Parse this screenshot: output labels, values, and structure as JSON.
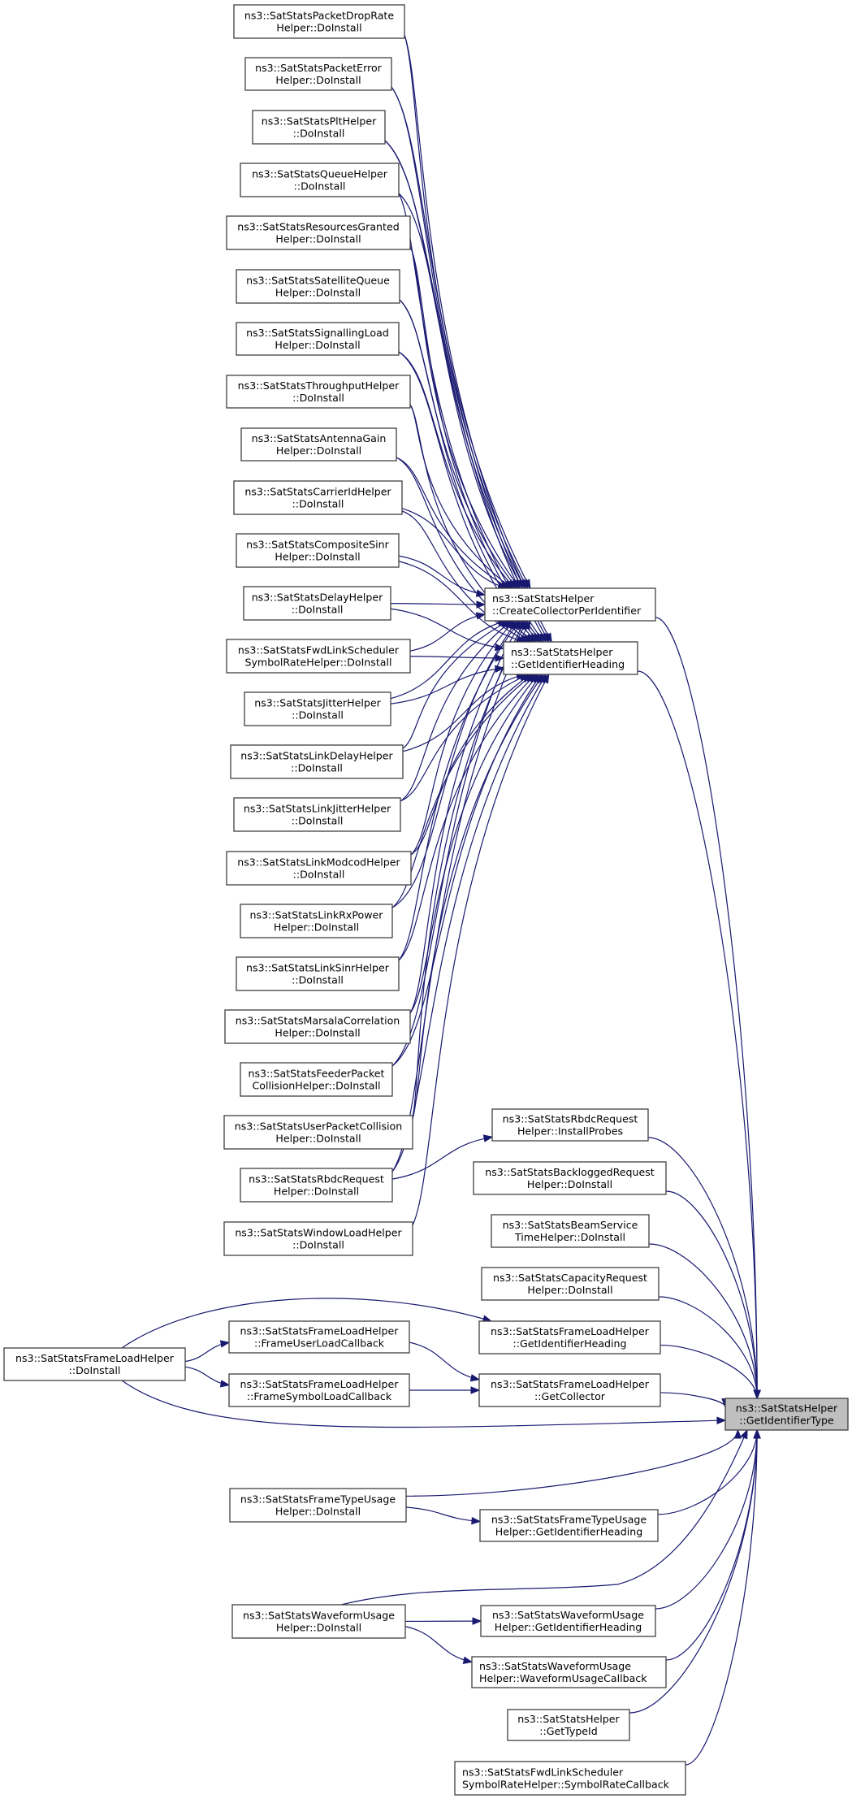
{
  "diagram": {
    "type": "call-graph",
    "target": {
      "id": "target",
      "label": [
        "ns3::SatStatsHelper",
        "::GetIdentifierType"
      ]
    },
    "nodes": [
      {
        "id": "n1",
        "label": [
          "ns3::SatStatsPacketDropRate",
          "Helper::DoInstall"
        ]
      },
      {
        "id": "n2",
        "label": [
          "ns3::SatStatsPacketError",
          "Helper::DoInstall"
        ]
      },
      {
        "id": "n3",
        "label": [
          "ns3::SatStatsPltHelper",
          "::DoInstall"
        ]
      },
      {
        "id": "n4",
        "label": [
          "ns3::SatStatsQueueHelper",
          "::DoInstall"
        ]
      },
      {
        "id": "n5",
        "label": [
          "ns3::SatStatsResourcesGranted",
          "Helper::DoInstall"
        ]
      },
      {
        "id": "n6",
        "label": [
          "ns3::SatStatsSatelliteQueue",
          "Helper::DoInstall"
        ]
      },
      {
        "id": "n7",
        "label": [
          "ns3::SatStatsSignallingLoad",
          "Helper::DoInstall"
        ]
      },
      {
        "id": "n8",
        "label": [
          "ns3::SatStatsThroughputHelper",
          "::DoInstall"
        ]
      },
      {
        "id": "n9",
        "label": [
          "ns3::SatStatsAntennaGain",
          "Helper::DoInstall"
        ]
      },
      {
        "id": "n10",
        "label": [
          "ns3::SatStatsCarrierIdHelper",
          "::DoInstall"
        ]
      },
      {
        "id": "n11",
        "label": [
          "ns3::SatStatsCompositeSinr",
          "Helper::DoInstall"
        ]
      },
      {
        "id": "n12",
        "label": [
          "ns3::SatStatsDelayHelper",
          "::DoInstall"
        ]
      },
      {
        "id": "n13",
        "label": [
          "ns3::SatStatsFwdLinkScheduler",
          "SymbolRateHelper::DoInstall"
        ]
      },
      {
        "id": "n14",
        "label": [
          "ns3::SatStatsJitterHelper",
          "::DoInstall"
        ]
      },
      {
        "id": "n15",
        "label": [
          "ns3::SatStatsLinkDelayHelper",
          "::DoInstall"
        ]
      },
      {
        "id": "n16",
        "label": [
          "ns3::SatStatsLinkJitterHelper",
          "::DoInstall"
        ]
      },
      {
        "id": "n17",
        "label": [
          "ns3::SatStatsLinkModcodHelper",
          "::DoInstall"
        ]
      },
      {
        "id": "n18",
        "label": [
          "ns3::SatStatsLinkRxPower",
          "Helper::DoInstall"
        ]
      },
      {
        "id": "n19",
        "label": [
          "ns3::SatStatsLinkSinrHelper",
          "::DoInstall"
        ]
      },
      {
        "id": "n20",
        "label": [
          "ns3::SatStatsMarsalaCorrelation",
          "Helper::DoInstall"
        ]
      },
      {
        "id": "n21",
        "label": [
          "ns3::SatStatsFeederPacket",
          "CollisionHelper::DoInstall"
        ]
      },
      {
        "id": "n22",
        "label": [
          "ns3::SatStatsUserPacketCollision",
          "Helper::DoInstall"
        ]
      },
      {
        "id": "n23",
        "label": [
          "ns3::SatStatsRbdcRequest",
          "Helper::DoInstall"
        ]
      },
      {
        "id": "n24",
        "label": [
          "ns3::SatStatsWindowLoadHelper",
          "::DoInstall"
        ]
      },
      {
        "id": "cc",
        "label": [
          "ns3::SatStatsHelper",
          "::CreateCollectorPerIdentifier"
        ],
        "align": "left"
      },
      {
        "id": "gih",
        "label": [
          "ns3::SatStatsHelper",
          "::GetIdentifierHeading"
        ],
        "align": "left"
      },
      {
        "id": "rbip",
        "label": [
          "ns3::SatStatsRbdcRequest",
          "Helper::InstallProbes"
        ]
      },
      {
        "id": "blr",
        "label": [
          "ns3::SatStatsBackloggedRequest",
          "Helper::DoInstall"
        ]
      },
      {
        "id": "bst",
        "label": [
          "ns3::SatStatsBeamService",
          "TimeHelper::DoInstall"
        ]
      },
      {
        "id": "cap",
        "label": [
          "ns3::SatStatsCapacityRequest",
          "Helper::DoInstall"
        ]
      },
      {
        "id": "fldi",
        "label": [
          "ns3::SatStatsFrameLoadHelper",
          "::DoInstall"
        ]
      },
      {
        "id": "flul",
        "label": [
          "ns3::SatStatsFrameLoadHelper",
          "::FrameUserLoadCallback"
        ]
      },
      {
        "id": "flsl",
        "label": [
          "ns3::SatStatsFrameLoadHelper",
          "::FrameSymbolLoadCallback"
        ]
      },
      {
        "id": "flgih",
        "label": [
          "ns3::SatStatsFrameLoadHelper",
          "::GetIdentifierHeading"
        ]
      },
      {
        "id": "flgc",
        "label": [
          "ns3::SatStatsFrameLoadHelper",
          "::GetCollector"
        ]
      },
      {
        "id": "ftdi",
        "label": [
          "ns3::SatStatsFrameTypeUsage",
          "Helper::DoInstall"
        ]
      },
      {
        "id": "ftgih",
        "label": [
          "ns3::SatStatsFrameTypeUsage",
          "Helper::GetIdentifierHeading"
        ]
      },
      {
        "id": "wfdi",
        "label": [
          "ns3::SatStatsWaveformUsage",
          "Helper::DoInstall"
        ]
      },
      {
        "id": "wfgih",
        "label": [
          "ns3::SatStatsWaveformUsage",
          "Helper::GetIdentifierHeading"
        ]
      },
      {
        "id": "wfcb",
        "label": [
          "ns3::SatStatsWaveformUsage",
          "Helper::WaveformUsageCallback"
        ],
        "align": "left"
      },
      {
        "id": "gtid",
        "label": [
          "ns3::SatStatsHelper",
          "::GetTypeId"
        ]
      },
      {
        "id": "srcb",
        "label": [
          "ns3::SatStatsFwdLinkScheduler",
          "SymbolRateHelper::SymbolRateCallback"
        ],
        "align": "left"
      }
    ],
    "edges": [
      [
        "n1",
        "cc"
      ],
      [
        "n1",
        "gih"
      ],
      [
        "n2",
        "cc"
      ],
      [
        "n2",
        "gih"
      ],
      [
        "n3",
        "cc"
      ],
      [
        "n3",
        "gih"
      ],
      [
        "n4",
        "cc"
      ],
      [
        "n4",
        "gih"
      ],
      [
        "n5",
        "cc"
      ],
      [
        "n5",
        "gih"
      ],
      [
        "n6",
        "cc"
      ],
      [
        "n6",
        "gih"
      ],
      [
        "n7",
        "cc"
      ],
      [
        "n7",
        "gih"
      ],
      [
        "n8",
        "cc"
      ],
      [
        "n8",
        "gih"
      ],
      [
        "n9",
        "cc"
      ],
      [
        "n9",
        "gih"
      ],
      [
        "n10",
        "cc"
      ],
      [
        "n10",
        "gih"
      ],
      [
        "n11",
        "cc"
      ],
      [
        "n11",
        "gih"
      ],
      [
        "n12",
        "cc"
      ],
      [
        "n12",
        "gih"
      ],
      [
        "n13",
        "cc"
      ],
      [
        "n13",
        "gih"
      ],
      [
        "n14",
        "cc"
      ],
      [
        "n14",
        "gih"
      ],
      [
        "n15",
        "cc"
      ],
      [
        "n15",
        "gih"
      ],
      [
        "n16",
        "cc"
      ],
      [
        "n16",
        "gih"
      ],
      [
        "n17",
        "cc"
      ],
      [
        "n17",
        "gih"
      ],
      [
        "n18",
        "cc"
      ],
      [
        "n18",
        "gih"
      ],
      [
        "n19",
        "cc"
      ],
      [
        "n19",
        "gih"
      ],
      [
        "n20",
        "cc"
      ],
      [
        "n20",
        "gih"
      ],
      [
        "n21",
        "cc"
      ],
      [
        "n21",
        "gih"
      ],
      [
        "n22",
        "cc"
      ],
      [
        "n22",
        "gih"
      ],
      [
        "n23",
        "cc"
      ],
      [
        "n23",
        "gih"
      ],
      [
        "n23",
        "rbip"
      ],
      [
        "n24",
        "gih"
      ],
      [
        "cc",
        "target"
      ],
      [
        "gih",
        "target"
      ],
      [
        "rbip",
        "target"
      ],
      [
        "blr",
        "target"
      ],
      [
        "bst",
        "target"
      ],
      [
        "cap",
        "target"
      ],
      [
        "fldi",
        "flgih"
      ],
      [
        "fldi",
        "flul"
      ],
      [
        "fldi",
        "flsl"
      ],
      [
        "fldi",
        "target"
      ],
      [
        "flul",
        "flgc"
      ],
      [
        "flsl",
        "flgc"
      ],
      [
        "flgih",
        "target"
      ],
      [
        "flgc",
        "target"
      ],
      [
        "ftdi",
        "target"
      ],
      [
        "ftdi",
        "ftgih"
      ],
      [
        "ftgih",
        "target"
      ],
      [
        "wfdi",
        "target"
      ],
      [
        "wfdi",
        "wfgih"
      ],
      [
        "wfdi",
        "wfcb"
      ],
      [
        "wfgih",
        "target"
      ],
      [
        "wfcb",
        "target"
      ],
      [
        "gtid",
        "target"
      ],
      [
        "srcb",
        "target"
      ]
    ],
    "colors": {
      "edge": "#191970",
      "node_border": "#404040",
      "target_fill": "#bfbfbf",
      "background": "#ffffff"
    }
  }
}
